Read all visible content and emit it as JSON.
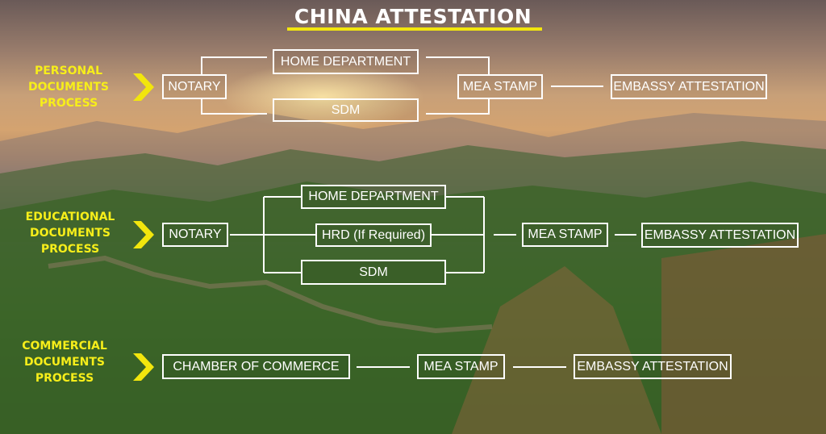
{
  "title": "CHINA ATTESTATION",
  "colors": {
    "accent_yellow": "#f2e60d",
    "box_border": "#ffffff",
    "box_text": "#ffffff"
  },
  "icons": {
    "section_marker": "chevron-right-icon"
  },
  "sections": {
    "personal": {
      "label_line1": "PERSONAL",
      "label_line2": "DOCUMENTS",
      "label_line3": "PROCESS",
      "notary": "NOTARY",
      "home_department": "HOME DEPARTMENT",
      "sdm": "SDM",
      "mea_stamp": "MEA STAMP",
      "embassy_attestation": "EMBASSY ATTESTATION"
    },
    "educational": {
      "label_line1": "EDUCATIONAL",
      "label_line2": "DOCUMENTS",
      "label_line3": "PROCESS",
      "notary": "NOTARY",
      "home_department": "HOME DEPARTMENT",
      "hrd": "HRD (If Required)",
      "sdm": "SDM",
      "mea_stamp": "MEA STAMP",
      "embassy_attestation": "EMBASSY ATTESTATION"
    },
    "commercial": {
      "label_line1": "COMMERCIAL",
      "label_line2": "DOCUMENTS",
      "label_line3": "PROCESS",
      "chamber_of_commerce": "CHAMBER OF COMMERCE",
      "mea_stamp": "MEA STAMP",
      "embassy_attestation": "EMBASSY ATTESTATION"
    }
  }
}
